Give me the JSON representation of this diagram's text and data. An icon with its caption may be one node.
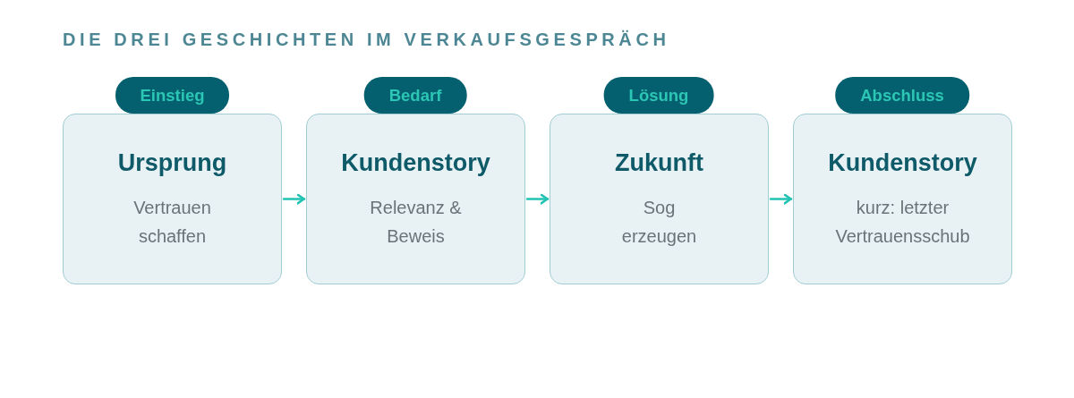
{
  "diagram": {
    "title": "DIE DREI GESCHICHTEN IM VERKAUFSGESPRÄCH",
    "nodes": [
      {
        "text": [
          "Einstieg"
        ]
      },
      {
        "text": [
          "Ursprung",
          "Vertrauen schaffen"
        ]
      },
      {
        "text": [
          "Bedarf"
        ]
      },
      {
        "text": [
          "Kundenstory",
          "Relevanz & Beweis"
        ]
      },
      {
        "text": [
          "Lösung"
        ]
      },
      {
        "text": [
          "Zukunft",
          "Sog erzeugen"
        ]
      },
      {
        "text": [
          "Abschluss"
        ]
      },
      {
        "text": [
          "Kundenstory",
          "kurz: letzter Vertrauensschub"
        ]
      }
    ],
    "edges": [
      {
        "from": 1,
        "to": 3,
        "arrow": "to"
      },
      {
        "from": 3,
        "to": 5,
        "arrow": "to"
      },
      {
        "from": 5,
        "to": 7,
        "arrow": "to"
      }
    ]
  }
}
